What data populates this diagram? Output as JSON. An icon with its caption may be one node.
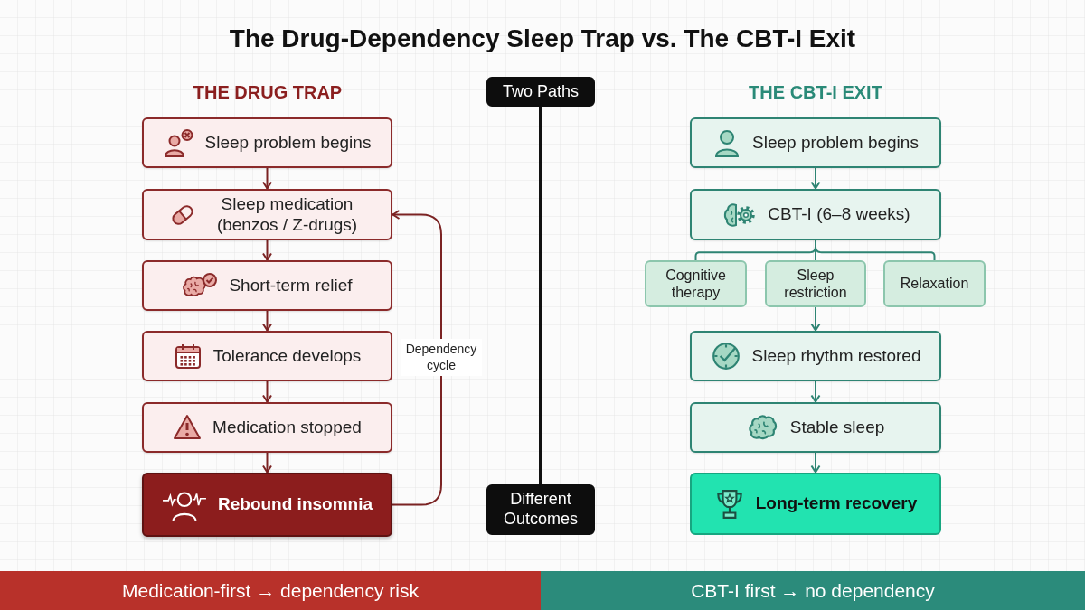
{
  "diagram": {
    "title": "The Drug-Dependency Sleep Trap vs. The CBT-I Exit",
    "nodes": [
      {
        "text": [
          "Sleep problem begins"
        ]
      },
      {
        "text": [
          "Sleep medication (benzos / Z-drugs)"
        ]
      },
      {
        "text": [
          "Short-term relief"
        ]
      },
      {
        "text": [
          "Tolerance develops"
        ]
      },
      {
        "text": [
          "Medication stopped"
        ]
      },
      {
        "text": [
          "Rebound insomnia"
        ]
      },
      {
        "text": [
          "Two Paths"
        ]
      },
      {
        "text": [
          "Different Outcomes"
        ]
      },
      {
        "text": [
          "Sleep problem begins"
        ]
      },
      {
        "text": [
          "CBT-I (6–8 weeks)"
        ]
      },
      {
        "text": [
          "Cognitive therapy"
        ]
      },
      {
        "text": [
          "Sleep restriction"
        ]
      },
      {
        "text": [
          "Relaxation"
        ]
      },
      {
        "text": [
          "Sleep rhythm restored"
        ]
      },
      {
        "text": [
          "Stable sleep"
        ]
      },
      {
        "text": [
          "Long-term recovery"
        ]
      },
      {
        "text": [
          "Medication-first → dependency risk"
        ]
      },
      {
        "text": [
          "CBT-I first → no dependency"
        ]
      }
    ],
    "edges": [
      {
        "from": 0,
        "to": 1,
        "arrow": "to",
        "color": "#7b2323"
      },
      {
        "from": 1,
        "to": 2,
        "arrow": "to",
        "color": "#7b2323"
      },
      {
        "from": 2,
        "to": 3,
        "arrow": "to",
        "color": "#7b2323"
      },
      {
        "from": 3,
        "to": 4,
        "arrow": "to",
        "color": "#7b2323"
      },
      {
        "from": 4,
        "to": 5,
        "arrow": "to",
        "color": "#7b2323"
      },
      {
        "from": 5,
        "to": 1,
        "arrow": "to",
        "label": "Dependency cycle",
        "color": "#7b2323"
      },
      {
        "from": 6,
        "to": 7,
        "arrow": "none",
        "style": "thick",
        "color": "#111111"
      },
      {
        "from": 8,
        "to": 9,
        "arrow": "to"
      },
      {
        "from": 9,
        "to": 10,
        "arrow": "none"
      },
      {
        "from": 9,
        "to": 11,
        "arrow": "none"
      },
      {
        "from": 9,
        "to": 12,
        "arrow": "none"
      },
      {
        "from": 11,
        "to": 13,
        "arrow": "to"
      },
      {
        "from": 13,
        "to": 14,
        "arrow": "to"
      },
      {
        "from": 14,
        "to": 15,
        "arrow": "to"
      }
    ],
    "labels": [
      "THE DRUG TRAP",
      "THE CBT-I EXIT"
    ]
  }
}
